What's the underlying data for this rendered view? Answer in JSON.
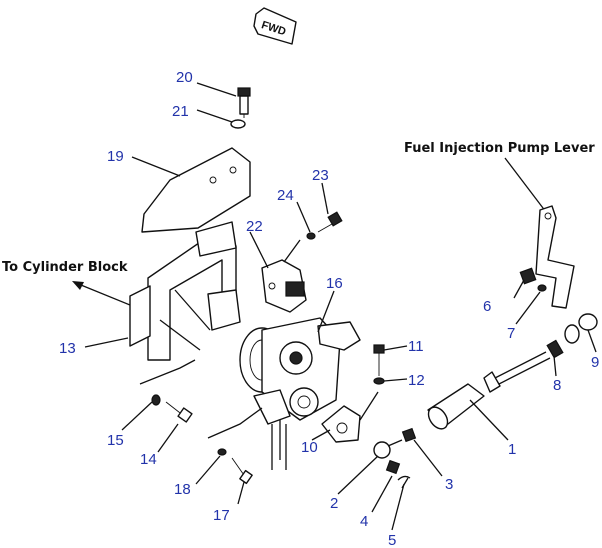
{
  "fwd_label": "FWD",
  "captions": {
    "fuel_pump_lever": "Fuel Injection Pump Lever",
    "cylinder_block": "To Cylinder Block"
  },
  "callouts": [
    "1",
    "2",
    "3",
    "4",
    "5",
    "6",
    "7",
    "8",
    "9",
    "10",
    "11",
    "12",
    "13",
    "14",
    "15",
    "16",
    "17",
    "18",
    "19",
    "20",
    "21",
    "22",
    "23",
    "24"
  ],
  "colors": {
    "callout": "#2233aa",
    "line": "#111111"
  }
}
